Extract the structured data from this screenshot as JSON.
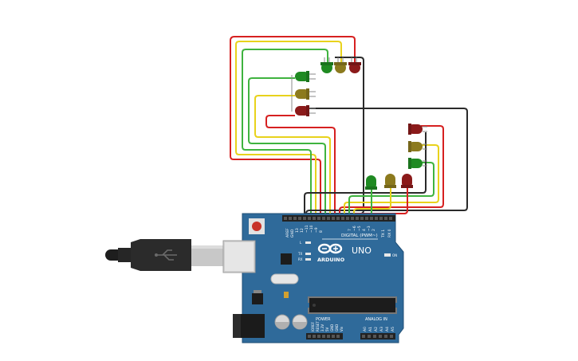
{
  "board": {
    "brand": "ARDUINO",
    "model": "UNO",
    "digital_header": "DIGITAL (PWM~)",
    "power_header": "POWER",
    "analog_header": "ANALOG IN",
    "led_l": "L",
    "led_tx": "TX",
    "led_rx": "RX",
    "led_on": "ON",
    "pin_aref": "AREF",
    "pin_gnd": "GND",
    "pin_13": "13",
    "pin_12": "12",
    "pin_11": "~11",
    "pin_10": "~10",
    "pin_9": "~9",
    "pin_8": "8",
    "pin_7": "7",
    "pin_6": "~6",
    "pin_5": "~5",
    "pin_4": "4",
    "pin_3": "~3",
    "pin_2": "2",
    "pin_1": "TX 1",
    "pin_0": "RX 0",
    "pwr_ioref": "IOREF",
    "pwr_reset": "RESET",
    "pwr_3v3": "3.3V",
    "pwr_5v": "5V",
    "pwr_gnd1": "GND",
    "pwr_gnd2": "GND",
    "pwr_vin": "Vin",
    "an_a0": "A0",
    "an_a1": "A1",
    "an_a2": "A2",
    "an_a3": "A3",
    "an_a4": "A4",
    "an_a5": "A5"
  },
  "colors": {
    "board": "#2f6a9a",
    "board_edge": "#1f4e75",
    "header": "#222222",
    "led_red": "#8b1a1a",
    "led_yellow": "#8c7a1e",
    "led_green": "#1f8a22",
    "wire_red": "#d62020",
    "wire_yellow": "#e8d21c",
    "wire_green": "#3fb33f",
    "wire_black": "#2a2a2a",
    "usb_body": "#2b2b2b",
    "usb_metal": "#c8c8c8"
  }
}
